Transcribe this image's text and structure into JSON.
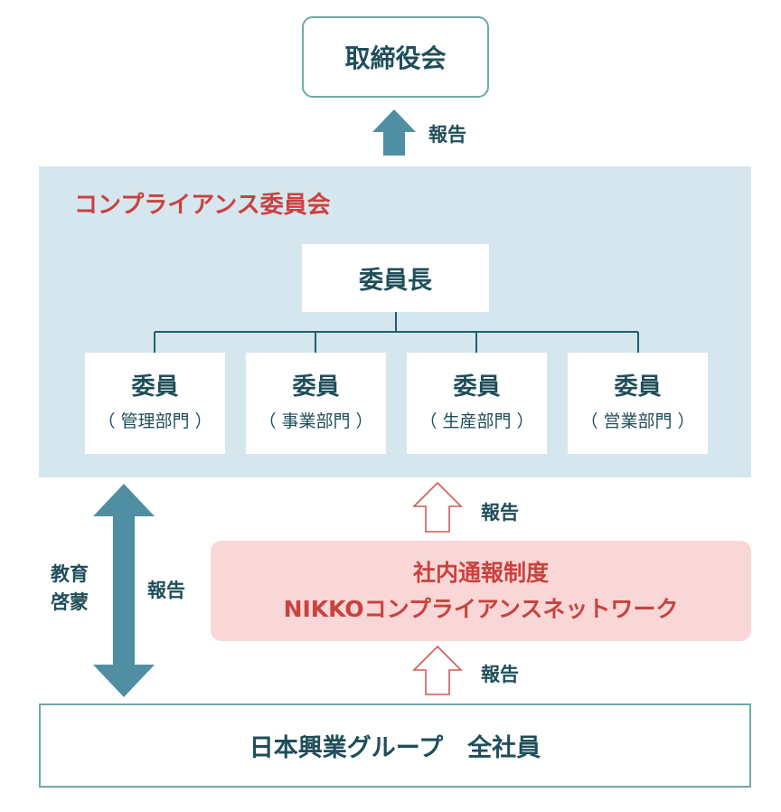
{
  "board": {
    "label": "取締役会"
  },
  "committee": {
    "title": "コンプライアンス委員会",
    "chair": "委員長",
    "members": [
      {
        "title": "委員",
        "dept": "（ 管理部門 ）"
      },
      {
        "title": "委員",
        "dept": "（ 事業部門 ）"
      },
      {
        "title": "委員",
        "dept": "（ 生産部門 ）"
      },
      {
        "title": "委員",
        "dept": "（ 営業部門 ）"
      }
    ]
  },
  "hotline": {
    "line1": "社内通報制度",
    "line2": "NIKKOコンプライアンスネットワーク"
  },
  "employees": {
    "label": "日本興業グループ　全社員"
  },
  "labels": {
    "report_to_board": "報告",
    "report_to_committee": "報告",
    "report_to_hotline": "報告",
    "report_left": "報告",
    "education": "教育啓蒙"
  },
  "colors": {
    "teal": "#1f4e5a",
    "arrow_blue": "#4f8ea3",
    "accent_red": "#c8423f",
    "panel_blue": "#d6e6ef",
    "hotline_pink": "#f9d7d6",
    "border_teal": "#6fa9a7"
  }
}
